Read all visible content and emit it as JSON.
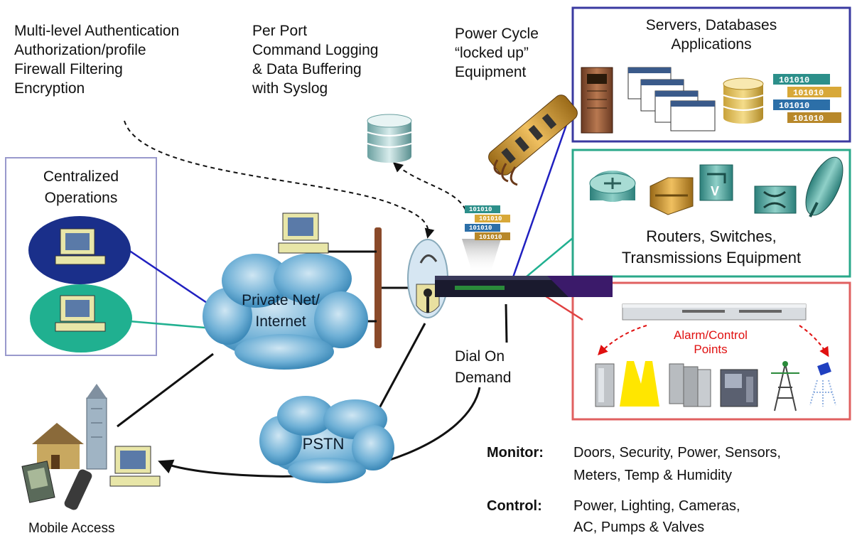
{
  "security": {
    "lines": [
      "Multi-level Authentication",
      "Authorization/profile",
      "Firewall Filtering",
      "Encryption"
    ]
  },
  "logging": {
    "lines": [
      "Per Port",
      "Command Logging",
      "& Data Buffering",
      "with Syslog"
    ]
  },
  "power": {
    "lines": [
      "Power Cycle",
      "“locked up”",
      "Equipment"
    ]
  },
  "servers_box": {
    "lines": [
      "Servers, Databases",
      "Applications"
    ],
    "binary": [
      "101010",
      "101010",
      "101010",
      "101010"
    ],
    "border_color": "#3a3aa0"
  },
  "routers_box": {
    "lines": [
      "Routers, Switches,",
      "Transmissions Equipment"
    ],
    "border_color": "#2aa88a"
  },
  "alarm_box": {
    "lines": [
      "Alarm/Control",
      "Points"
    ],
    "border_color": "#e06060"
  },
  "central_ops": {
    "lines": [
      "Centralized",
      "Operations"
    ],
    "border_color": "#9999cc"
  },
  "private_net": {
    "lines": [
      "Private Net/",
      "Internet"
    ]
  },
  "pstn": {
    "label": "PSTN"
  },
  "dial": {
    "lines": [
      "Dial On",
      "Demand"
    ]
  },
  "mobile": {
    "label": "Mobile Access"
  },
  "monitor": {
    "label": "Monitor:",
    "lines": [
      "Doors, Security, Power, Sensors,",
      "Meters, Temp & Humidity"
    ]
  },
  "control": {
    "label": "Control:",
    "lines": [
      "Power, Lighting, Cameras,",
      "AC, Pumps & Valves"
    ]
  },
  "device_binary": [
    "101010",
    "101010",
    "101010",
    "101010"
  ],
  "colors": {
    "blue_link": "#2020c0",
    "teal_link": "#20b090",
    "red_link": "#e04040",
    "cloud": "#4a9ec8",
    "device": "#222244"
  }
}
